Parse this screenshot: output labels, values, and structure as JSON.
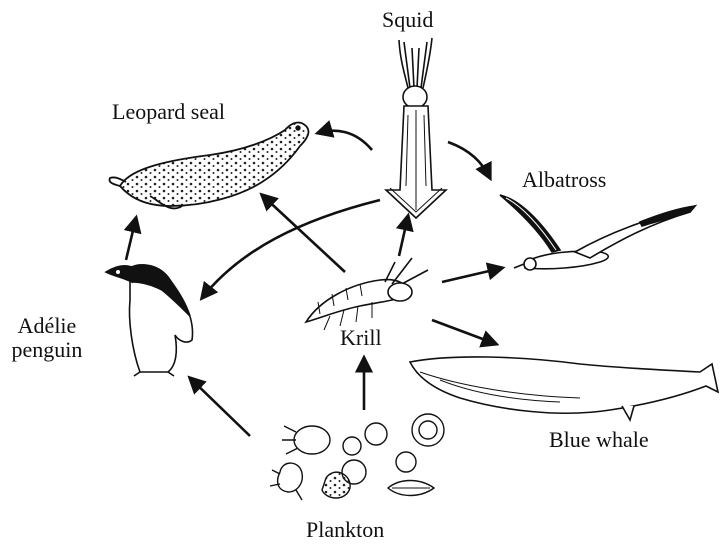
{
  "labels": {
    "squid": "Squid",
    "leopard_seal": "Leopard seal",
    "albatross": "Albatross",
    "adelie_line1": "Adélie",
    "adelie_line2": "penguin",
    "krill": "Krill",
    "blue_whale": "Blue whale",
    "plankton": "Plankton"
  },
  "colors": {
    "ink": "#111111",
    "background": "#ffffff"
  }
}
